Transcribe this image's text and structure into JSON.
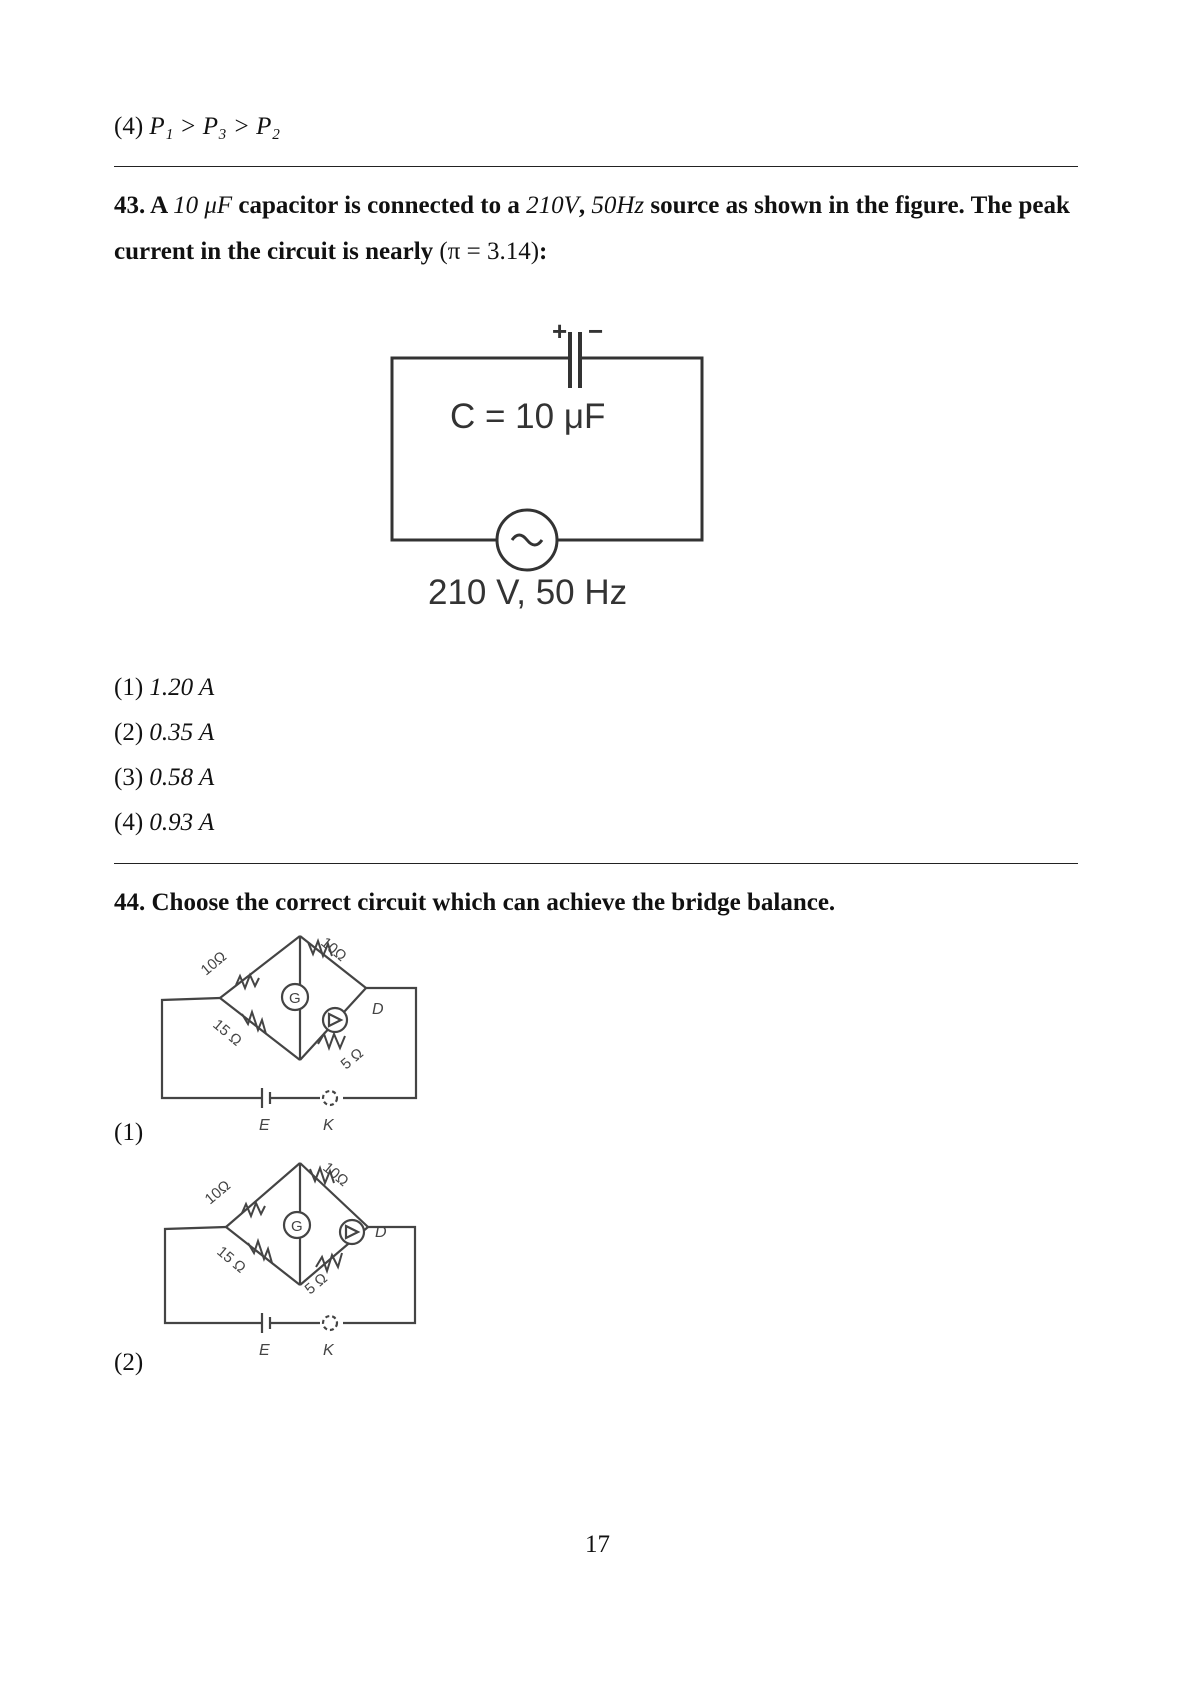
{
  "prev_option": {
    "num": "(4)",
    "expr": "P₁ > P₃ > P₂"
  },
  "q43": {
    "number": "43.",
    "text_a": "A",
    "cap_value": "10 μF",
    "text_b": "capacitor is connected to a",
    "voltage": "210V",
    "comma": ",",
    "freq": "50Hz",
    "text_c": "source as shown in the figure. The peak current in the circuit is nearly",
    "pi": "(π = 3.14)",
    "colon": ":",
    "figure": {
      "plus": "+",
      "minus": "−",
      "cap_label": "C = 10 μF",
      "source_label": "210 V, 50 Hz"
    },
    "options": [
      {
        "num": "(1)",
        "val": "1.20 A"
      },
      {
        "num": "(2)",
        "val": "0.35 A"
      },
      {
        "num": "(3)",
        "val": "0.58 A"
      },
      {
        "num": "(4)",
        "val": "0.93 A"
      }
    ]
  },
  "q44": {
    "number": "44.",
    "text": "Choose the correct circuit which can achieve the bridge balance.",
    "options": [
      {
        "num": "(1)",
        "r_top_left": "10Ω",
        "r_top_right": "10Ω",
        "r_bot_left": "15 Ω",
        "r_bot_right": "5 Ω",
        "galvanometer": "G",
        "diode": "D",
        "cell": "E",
        "key": "K"
      },
      {
        "num": "(2)",
        "r_top_left": "10Ω",
        "r_top_right": "10Ω",
        "r_bot_left": "15 Ω",
        "r_bot_right": "5 Ω",
        "galvanometer": "G",
        "diode": "D",
        "cell": "E",
        "key": "K"
      }
    ]
  },
  "page_number": "17"
}
